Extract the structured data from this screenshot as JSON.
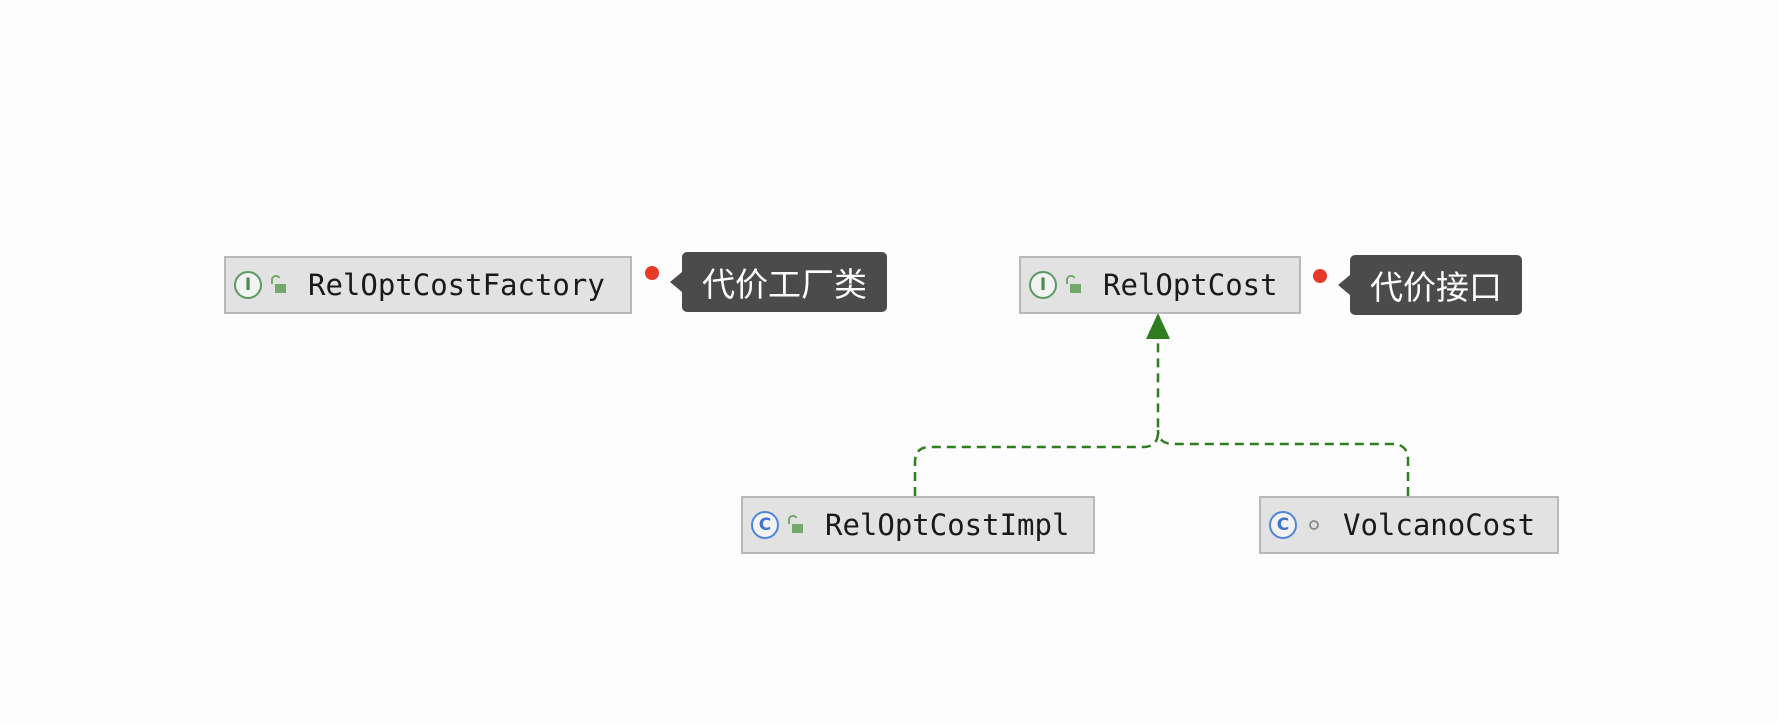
{
  "diagram": {
    "nodes": {
      "factory": {
        "name": "RelOptCostFactory",
        "kind": "I",
        "kind_icon": "interface-icon",
        "visibility_icon": "public-lock-icon",
        "note": "代价工厂类"
      },
      "cost": {
        "name": "RelOptCost",
        "kind": "I",
        "kind_icon": "interface-icon",
        "visibility_icon": "public-lock-icon",
        "note": "代价接口"
      },
      "impl": {
        "name": "RelOptCostImpl",
        "kind": "C",
        "kind_icon": "class-icon",
        "visibility_icon": "public-lock-icon"
      },
      "volcano": {
        "name": "VolcanoCost",
        "kind": "C",
        "kind_icon": "class-icon",
        "visibility_icon": "package-private-dot-icon"
      }
    },
    "edges": [
      {
        "from": "RelOptCostImpl",
        "to": "RelOptCost",
        "relation": "implements"
      },
      {
        "from": "VolcanoCost",
        "to": "RelOptCost",
        "relation": "implements"
      }
    ],
    "colors": {
      "edge": "#2e7d1e",
      "note_background": "#4b4b4b",
      "note_dot": "#e8392b",
      "node_background": "#e2e2e2",
      "interface_icon": "#5a9a62",
      "class_icon": "#4f86d8",
      "lock_icon": "#72a86a"
    }
  }
}
